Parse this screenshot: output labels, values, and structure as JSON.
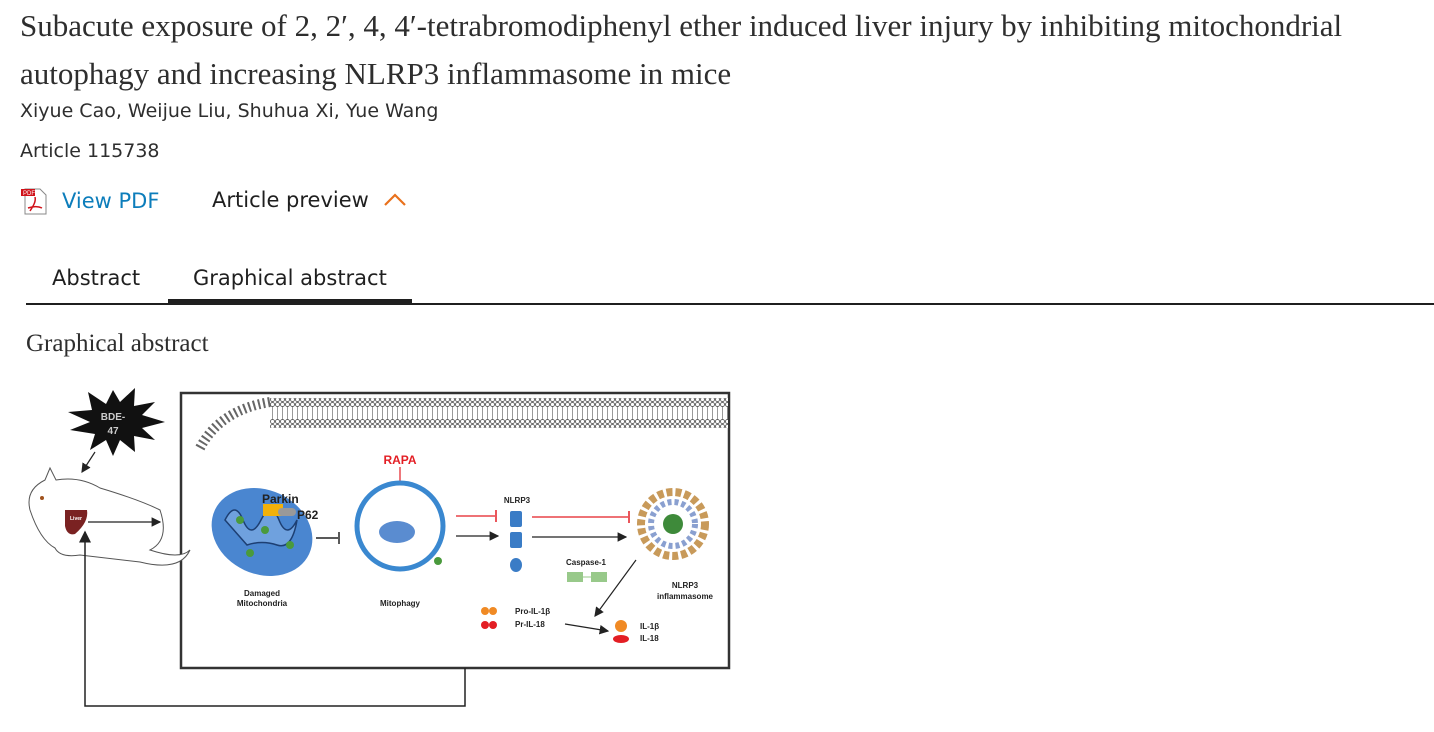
{
  "article": {
    "title": "Subacute exposure of 2, 2′, 4, 4′-tetrabromodiphenyl ether induced liver injury by inhibiting mitochondrial autophagy and increasing NLRP3 inflammasome in mice",
    "authors": "Xiyue Cao, Weijue Liu, Shuhua Xi, Yue Wang",
    "article_number": "Article 115738"
  },
  "actions": {
    "view_pdf": "View PDF",
    "pdf_icon_text": "PDF",
    "article_preview": "Article preview"
  },
  "tabs": [
    {
      "label": "Abstract",
      "active": false
    },
    {
      "label": "Graphical abstract",
      "active": true
    }
  ],
  "graphical_abstract": {
    "heading": "Graphical abstract",
    "figure": {
      "bde": "BDE-",
      "bde2": "47",
      "liver": "Liver",
      "parkin": "Parkin",
      "p62": "P62",
      "rapa": "RAPA",
      "nlrp3": "NLRP3",
      "caspase": "Caspase-1",
      "damaged1": "Damaged",
      "damaged2": "Mitochondria",
      "mitophagy": "Mitophagy",
      "inflam1": "NLRP3",
      "inflam2": "inflammasome",
      "pro_il1b": "Pro-IL-1β",
      "pr_il18": "Pr-IL-18",
      "il1b": "IL-1β",
      "il18": "IL-18"
    }
  },
  "colors": {
    "link": "#0c7dbb",
    "accent": "#e9711c",
    "red": "#e31e24",
    "blue": "#3a7cc6"
  }
}
